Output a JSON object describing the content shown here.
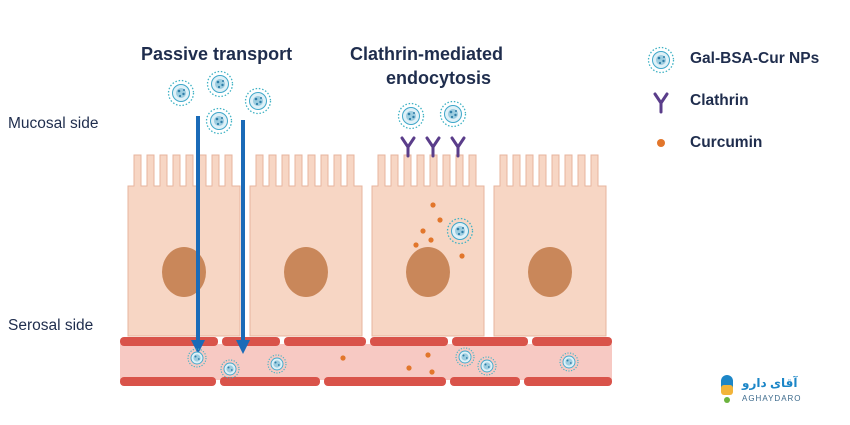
{
  "labels": {
    "passive_transport": "Passive transport",
    "clathrin_line1": "Clathrin-mediated",
    "clathrin_line2": "endocytosis",
    "mucosal_side": "Mucosal side",
    "serosal_side": "Serosal side"
  },
  "legend": [
    {
      "label": "Gal-BSA-Cur NPs",
      "icon": "nanoparticle-icon"
    },
    {
      "label": "Clathrin",
      "icon": "clathrin-icon"
    },
    {
      "label": "Curcumin",
      "icon": "curcumin-dot-icon"
    }
  ],
  "watermark": {
    "line1": "آقای دارو",
    "line2": "AGHAYDARO"
  },
  "colors": {
    "cell_fill": "#f7d6c4",
    "cell_stroke": "#e7b49e",
    "nucleus": "#c9875a",
    "vessel_wall": "#d9534a",
    "vessel_lumen": "#f7c9c3",
    "arrow": "#1a6bb8",
    "nanoparticle_core": "#7fb0cf",
    "nanoparticle_spike": "#3fb2c4",
    "clathrin": "#5a3d8a",
    "curcumin": "#e2762b",
    "text": "#1f2d4d"
  }
}
